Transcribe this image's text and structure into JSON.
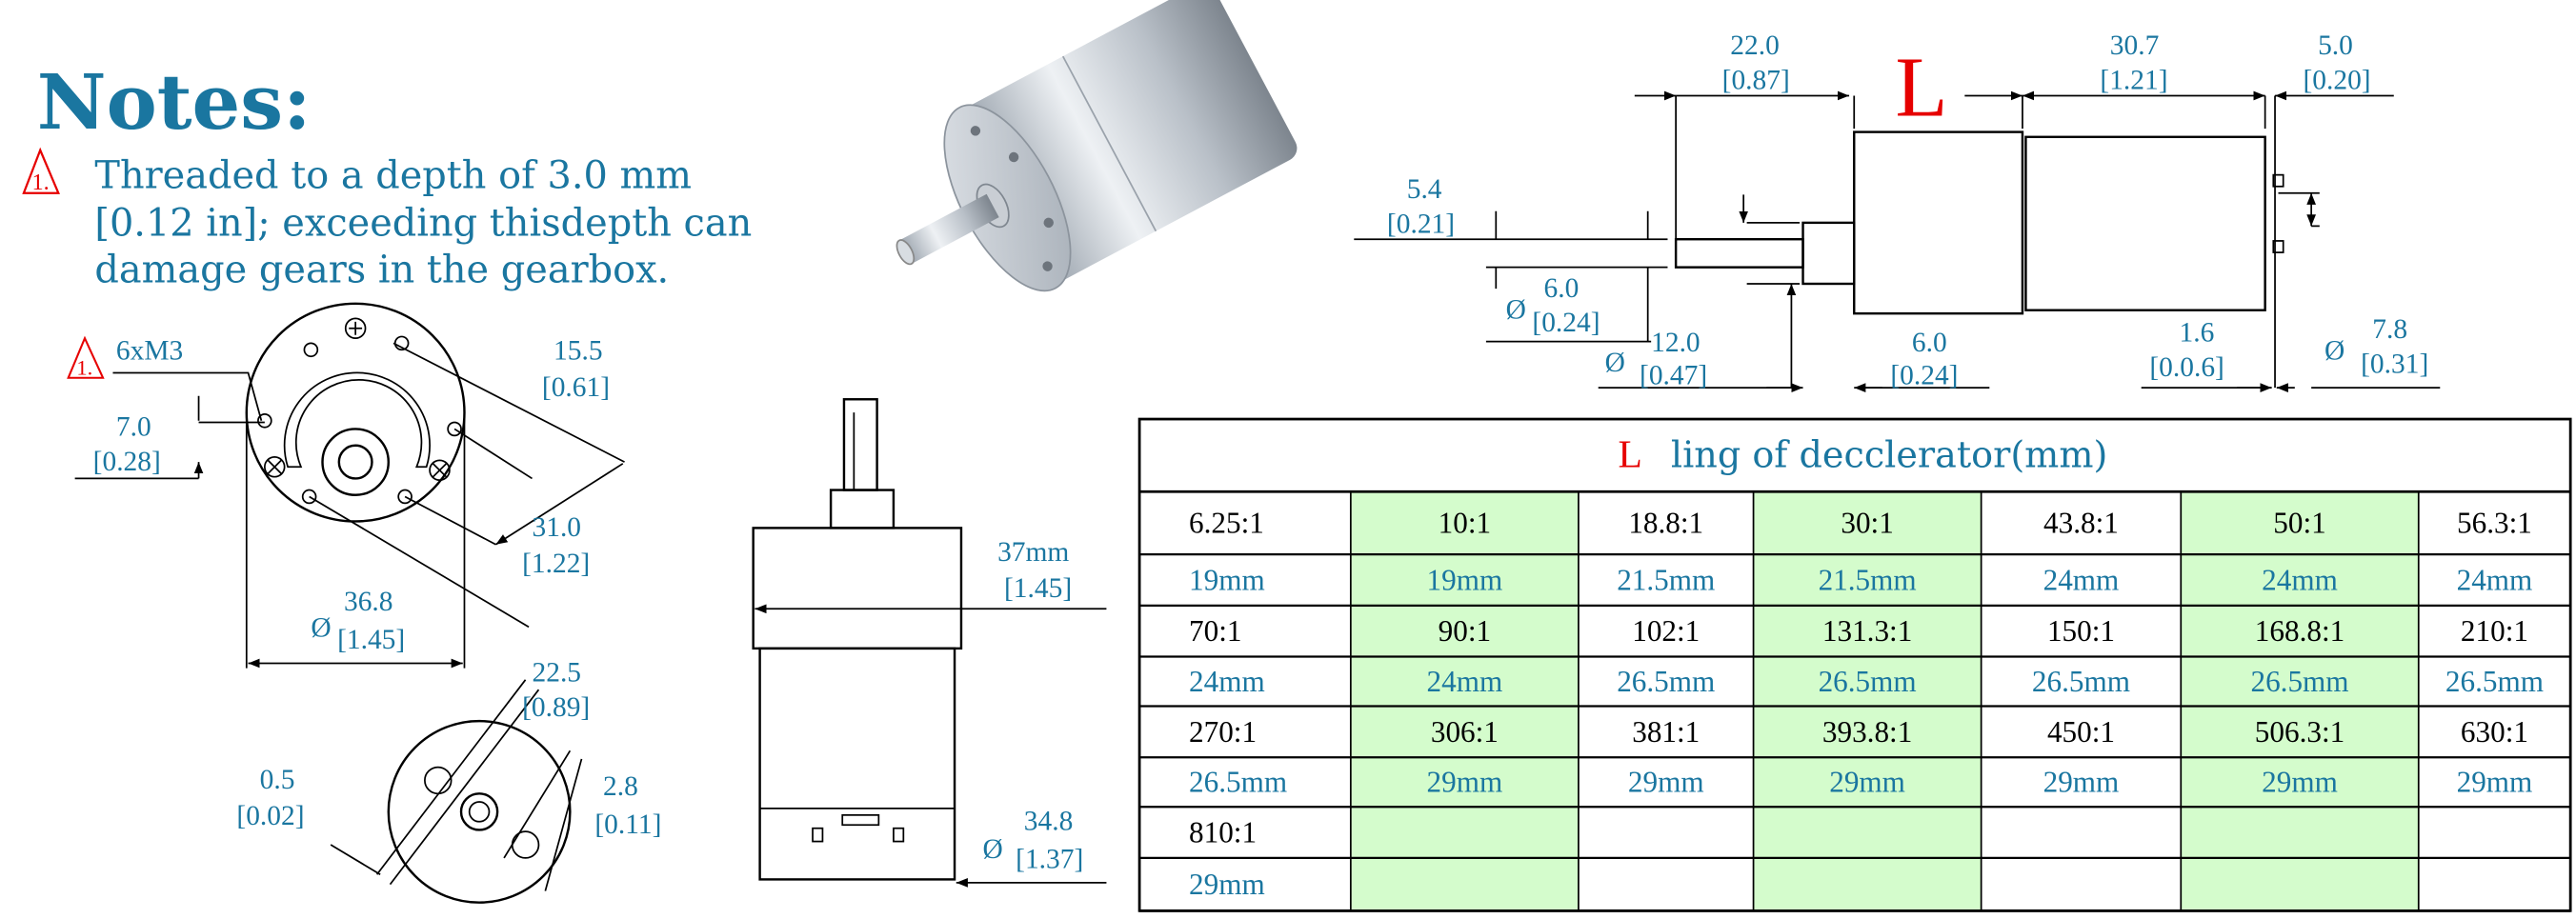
{
  "notes": {
    "title": "Notes:",
    "warning_number": "1.",
    "lines": [
      "Threaded to a depth of 3.0 mm",
      "[0.12 in]; exceeding thisdepth can",
      "damage gears in the gearbox."
    ]
  },
  "front_view": {
    "thread_label": "6xM3",
    "warning_number": "1.",
    "dims": {
      "d15_5": "15.5",
      "d15_5_in": "[0.61]",
      "d7_0": "7.0",
      "d7_0_in": "[0.28]",
      "d31_0": "31.0",
      "d31_0_in": "[1.22]",
      "dia_symbol": "Ø",
      "d36_8": "36.8",
      "d36_8_in": "[1.45]"
    }
  },
  "rear_view": {
    "dims": {
      "d22_5": "22.5",
      "d22_5_in": "[0.89]",
      "d0_5": "0.5",
      "d0_5_in": "[0.02]",
      "d2_8": "2.8",
      "d2_8_in": "[0.11]"
    }
  },
  "side_view": {
    "dims": {
      "d37": "37mm",
      "d37_in": "[1.45]",
      "dia_symbol": "Ø",
      "d34_8": "34.8",
      "d34_8_in": "[1.37]"
    }
  },
  "top_view": {
    "L_label": "L",
    "dims": {
      "d22_0": "22.0",
      "d22_0_in": "[0.87]",
      "d30_7": "30.7",
      "d30_7_in": "[1.21]",
      "d5_0": "5.0",
      "d5_0_in": "[0.20]",
      "d5_4": "5.4",
      "d5_4_in": "[0.21]",
      "dia_symbol": "Ø",
      "d6_0a": "6.0",
      "d6_0a_in": "[0.24]",
      "d12_0": "12.0",
      "d12_0_in": "[0.47]",
      "d6_0b": "6.0",
      "d6_0b_in": "[0.24]",
      "d1_6": "1.6",
      "d1_6_in": "[0.0.6]",
      "d7_8": "7.8",
      "d7_8_in": "[0.31]"
    }
  },
  "table": {
    "title_L": "L",
    "title": "ling of decclerator(mm)",
    "colors": {
      "green": "#d4fccc",
      "blue": "#1a76a0",
      "red": "#e60000"
    },
    "rows": [
      {
        "ratios": [
          "6.25:1",
          "10:1",
          "18.8:1",
          "30:1",
          "43.8:1",
          "50:1",
          "56.3:1"
        ],
        "lengths": [
          "19mm",
          "19mm",
          "21.5mm",
          "21.5mm",
          "24mm",
          "24mm",
          "24mm"
        ]
      },
      {
        "ratios": [
          "70:1",
          "90:1",
          "102:1",
          "131.3:1",
          "150:1",
          "168.8:1",
          "210:1"
        ],
        "lengths": [
          "24mm",
          "24mm",
          "26.5mm",
          "26.5mm",
          "26.5mm",
          "26.5mm",
          "26.5mm"
        ]
      },
      {
        "ratios": [
          "270:1",
          "306:1",
          "381:1",
          "393.8:1",
          "450:1",
          "506.3:1",
          "630:1"
        ],
        "lengths": [
          "26.5mm",
          "29mm",
          "29mm",
          "29mm",
          "29mm",
          "29mm",
          "29mm"
        ]
      },
      {
        "ratios": [
          "810:1",
          "",
          "",
          "",
          "",
          "",
          ""
        ],
        "lengths": [
          "29mm",
          "",
          "",
          "",
          "",
          "",
          ""
        ]
      }
    ]
  }
}
